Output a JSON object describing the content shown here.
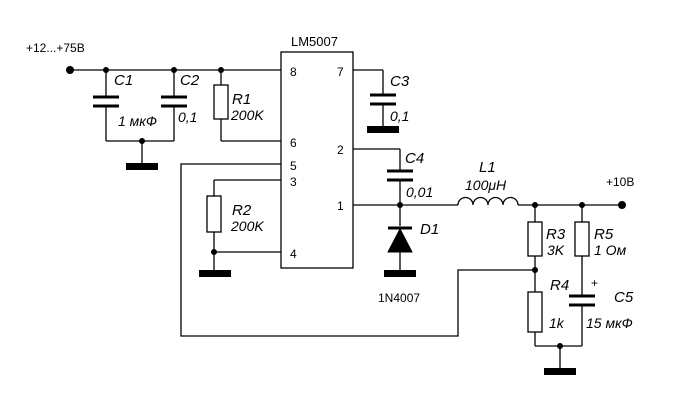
{
  "ic": {
    "name": "LM5007",
    "pins": {
      "p1": "1",
      "p2": "2",
      "p3": "3",
      "p4": "4",
      "p5": "5",
      "p6": "6",
      "p7": "7",
      "p8": "8"
    }
  },
  "nets": {
    "vin": "+12...+75В",
    "vout": "+10В"
  },
  "parts": {
    "c1": {
      "ref": "C1",
      "value": "1 мкФ"
    },
    "c2": {
      "ref": "C2",
      "value": "0,1"
    },
    "c3": {
      "ref": "C3",
      "value": "0,1"
    },
    "c4": {
      "ref": "C4",
      "value": "0,01"
    },
    "c5": {
      "ref": "C5",
      "value": "15 мкФ",
      "polarity": "+"
    },
    "r1": {
      "ref": "R1",
      "value": "200K"
    },
    "r2": {
      "ref": "R2",
      "value": "200K"
    },
    "r3": {
      "ref": "R3",
      "value": "3K"
    },
    "r4": {
      "ref": "R4",
      "value": "1k"
    },
    "r5": {
      "ref": "R5",
      "value": "1 Ом"
    },
    "l1": {
      "ref": "L1",
      "value": "100μH"
    },
    "d1": {
      "ref": "D1",
      "value": "1N4007"
    }
  }
}
